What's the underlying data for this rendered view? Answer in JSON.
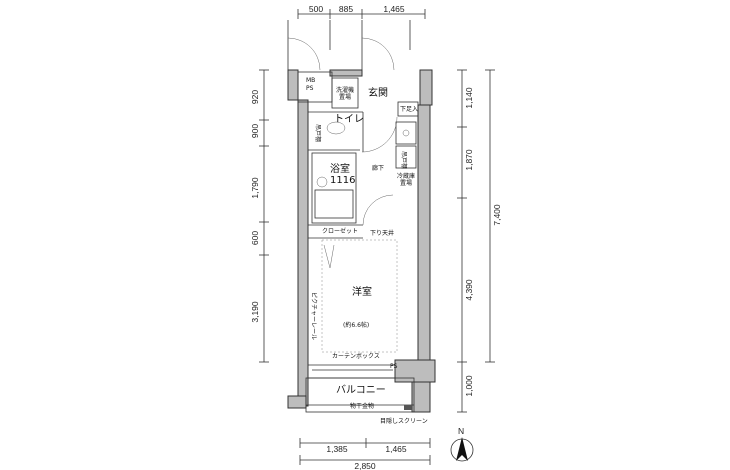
{
  "dimensions": {
    "top": [
      "500",
      "885",
      "1,465"
    ],
    "left": [
      "920",
      "900",
      "1,790",
      "600",
      "3,190"
    ],
    "right_inner": [
      "1,140",
      "1,870",
      "4,390",
      "1,000"
    ],
    "right_outer": "7,400",
    "bottom": [
      "1,385",
      "1,465"
    ],
    "bottom_total": "2,850"
  },
  "rooms": {
    "mb_ps": [
      "MB",
      "PS"
    ],
    "washer": [
      "洗濯機",
      "置場"
    ],
    "entrance": "玄関",
    "shoe_box": "下足入",
    "toilet": "トイレ",
    "toilet_cabinet": "吊戸棚",
    "bath": "浴室",
    "bath_size": "1116",
    "hallway": "廊下",
    "kitchen_cabinet": "吊戸棚",
    "fridge": [
      "冷蔵庫",
      "置場"
    ],
    "closet": "クローゼット",
    "lowered_ceiling": "下り天井",
    "western_room": "洋室",
    "western_room_size": "(約6.6帖)",
    "picture_rail": "ピクチャーレール",
    "curtain_box": "カーテンボックス",
    "ps": "PS",
    "balcony": "バルコニー",
    "drying_hardware": "物干金物",
    "privacy_screen": "目隠しスクリーン"
  },
  "compass": "N"
}
